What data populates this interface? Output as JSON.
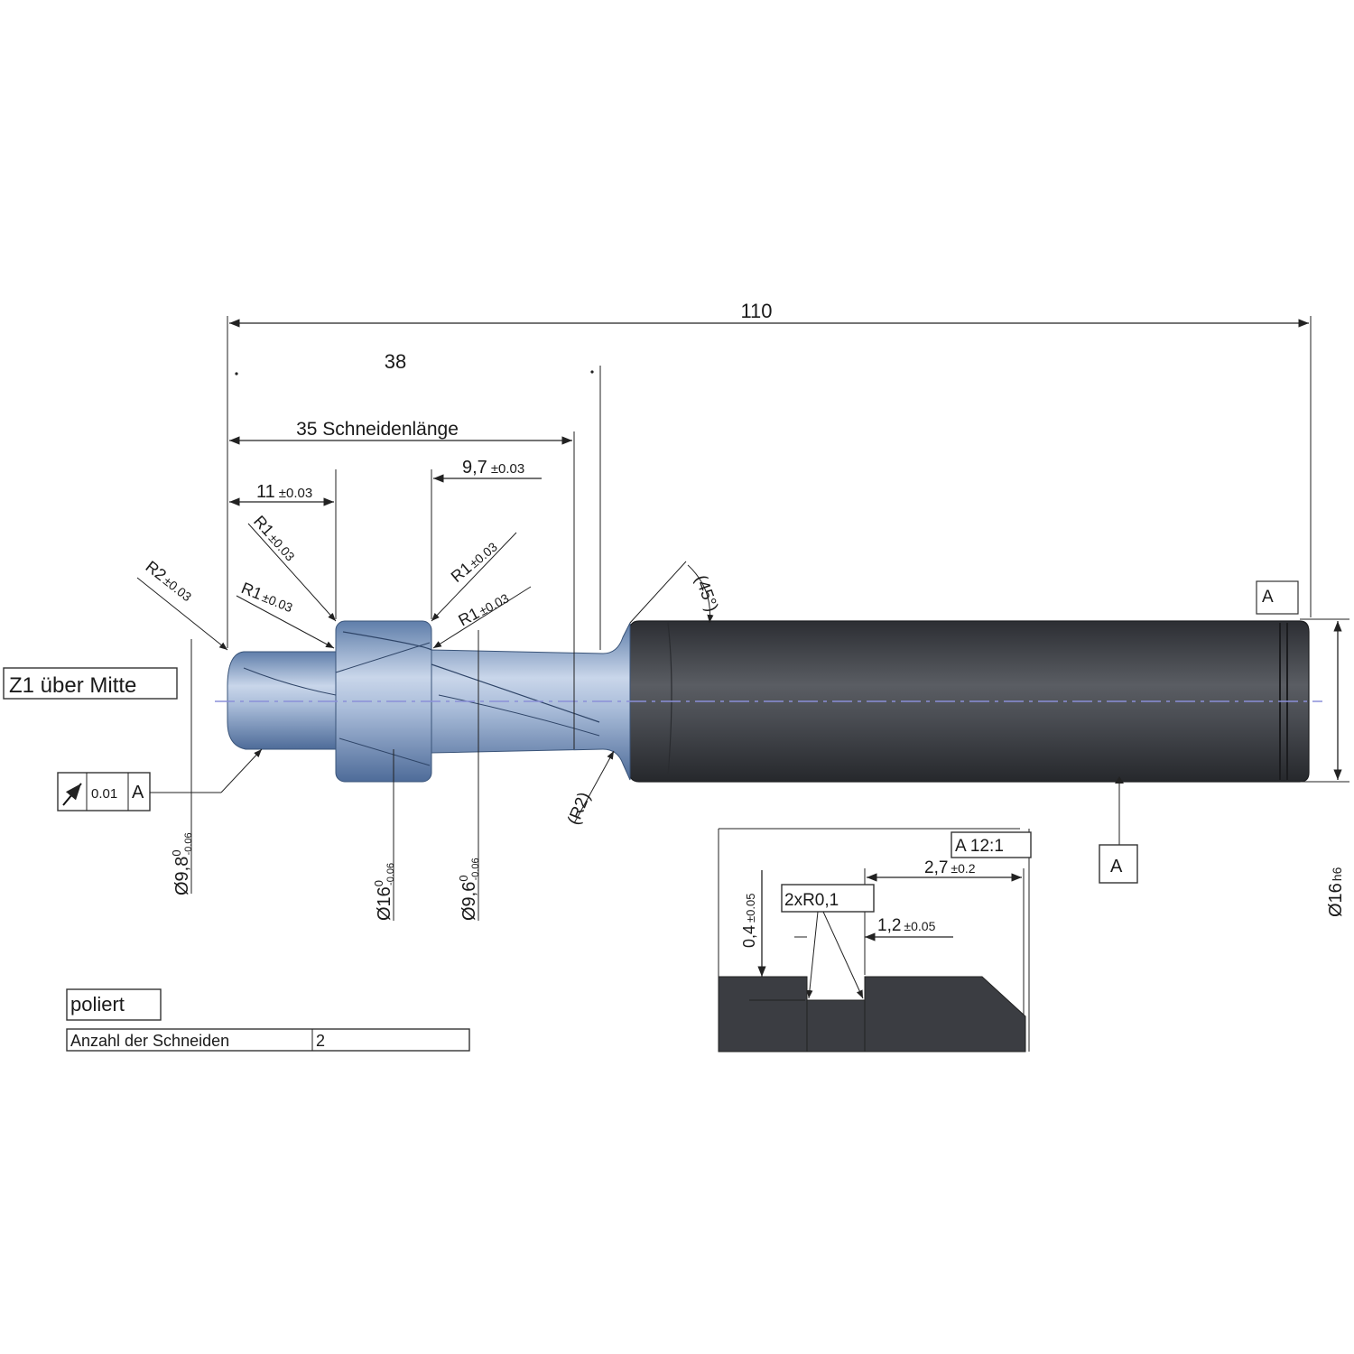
{
  "dimensions": {
    "overall_length": "110",
    "length_38": "38",
    "cutting_length": "35 Schneidenlänge",
    "d11": "11",
    "d11_tol": "±0.03",
    "d97": "9,7",
    "d97_tol": "±0.03",
    "r1_tol": "±0.03",
    "r_label": "R1",
    "r2_label": "R2",
    "r2_tol": "±0.03",
    "chamfer_angle": "(45°)",
    "r2_ref": "(R2)",
    "dia98": "Ø9,8",
    "dia98_tol_up": "0",
    "dia98_tol_low": "-0.06",
    "dia16": "Ø16",
    "dia16_tol_up": "0",
    "dia16_tol_low": "-0.06",
    "dia96": "Ø9,6",
    "dia96_tol_up": "0",
    "dia96_tol_low": "-0.06",
    "shank_dia": "Ø16",
    "shank_fit": "h6"
  },
  "notes": {
    "z1": "Z1 über Mitte",
    "runout_value": "0.01",
    "runout_datum": "A",
    "datum_label": "A",
    "detail_marker": "A",
    "polished": "poliert",
    "flutes_label": "Anzahl der Schneiden",
    "flutes_value": "2"
  },
  "detail": {
    "title": "A 12:1",
    "radius": "2xR0,1",
    "depth": "0,4",
    "depth_tol": "±0.05",
    "width_outer": "2,7",
    "width_outer_tol": "±0.2",
    "width_inner": "1,2",
    "width_inner_tol": "±0.05"
  },
  "colors": {
    "cutter_blue": "#8fa6c8",
    "shank_dark": "#3d3f44",
    "centerline": "#8a8fd8"
  }
}
